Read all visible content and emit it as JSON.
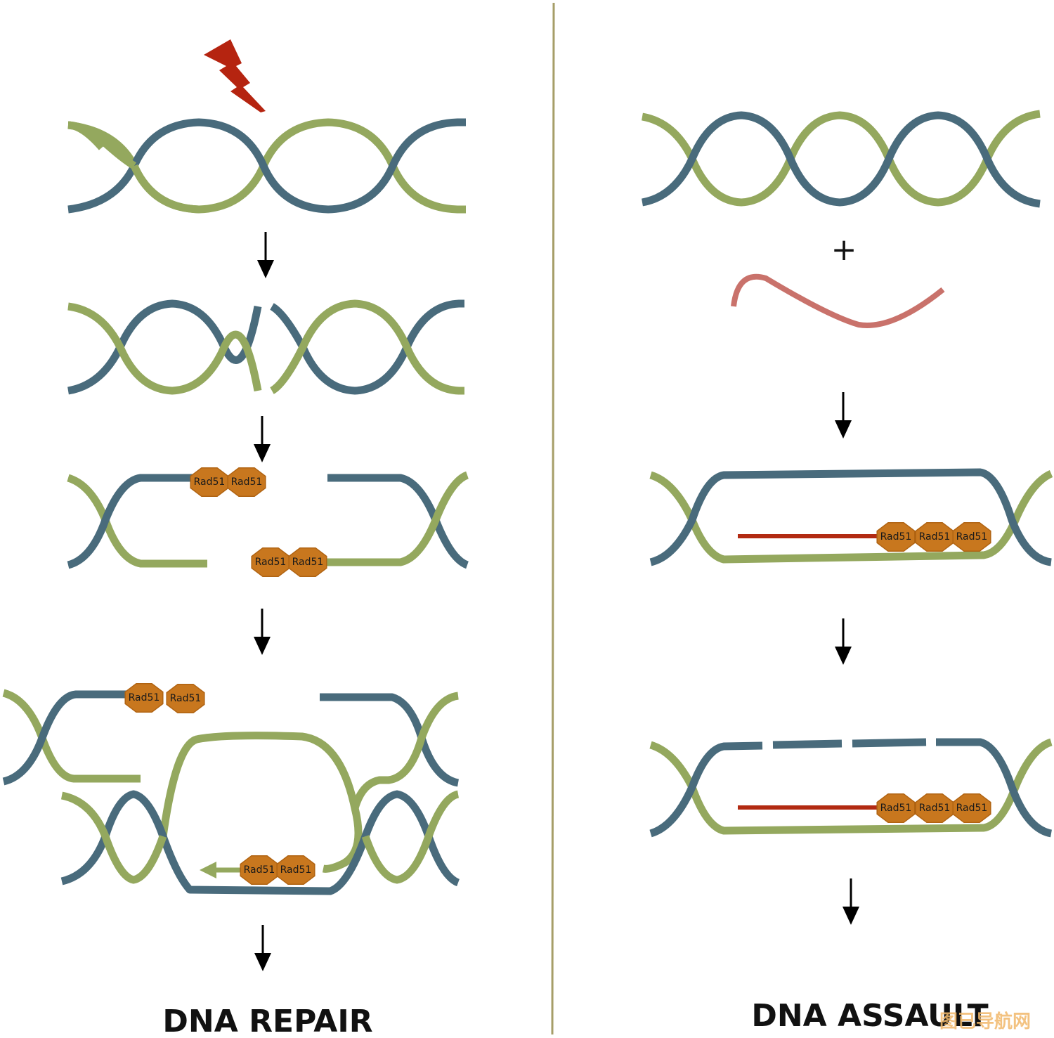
{
  "colors": {
    "strand_a": "#496b7c",
    "strand_b": "#94a85e",
    "rad51": "#c8771e",
    "invading_strand": "#b22a12",
    "foreign_strand": "#c9726b",
    "damage_bolt": "#b52410",
    "divider": "#a69e68"
  },
  "icons": {
    "damage": "lightning-bolt-icon",
    "step": "down-arrow-icon",
    "plus": "plus-icon"
  },
  "protein_label": "Rad51",
  "left_panel": {
    "title": "DNA REPAIR"
  },
  "right_panel": {
    "title": "DNA ASSAULT",
    "plus": "+"
  },
  "watermark": "图已导航网"
}
